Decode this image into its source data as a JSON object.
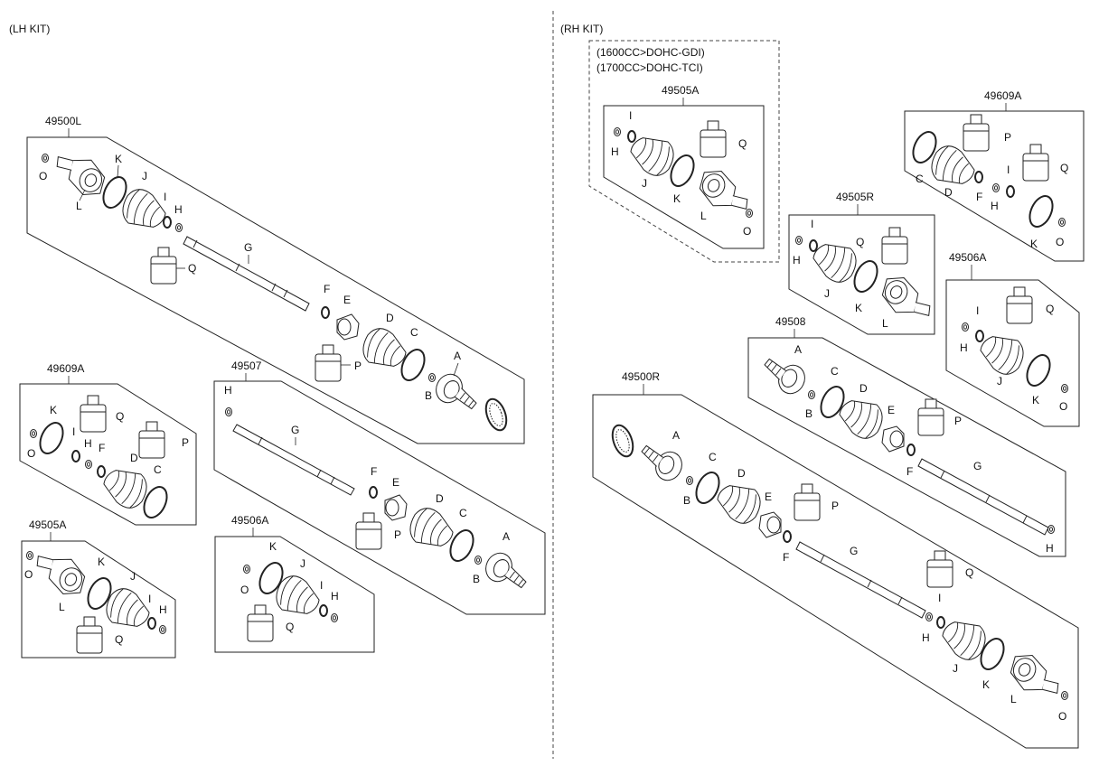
{
  "kits": {
    "lh": "(LH KIT)",
    "rh": "(RH KIT)"
  },
  "rh_note": {
    "line1": "(1600CC>DOHC-GDI)",
    "line2": "(1700CC>DOHC-TCI)"
  },
  "part_numbers": {
    "lh_shaft": "49500L",
    "lh_boot_kit_a": "49609A",
    "lh_joint_kit_a": "49505A",
    "lh_shaft_kit": "49507",
    "lh_boot_kit_b": "49506A",
    "rh_joint_kit_a": "49505A",
    "rh_boot_kit_a": "49609A",
    "rh_joint_kit_r": "49505R",
    "rh_boot_kit_b": "49506A",
    "rh_shaft_kit": "49508",
    "rh_shaft": "49500R"
  },
  "letters": {
    "A": "A",
    "B": "B",
    "C": "C",
    "D": "D",
    "E": "E",
    "F": "F",
    "G": "G",
    "H": "H",
    "I": "I",
    "J": "J",
    "K": "K",
    "L": "L",
    "O": "O",
    "P": "P",
    "Q": "Q"
  },
  "colors": {
    "line": "#222222",
    "background": "#ffffff"
  }
}
